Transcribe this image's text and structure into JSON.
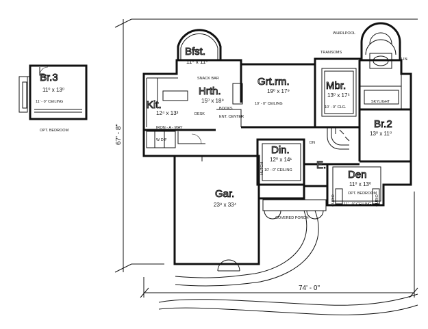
{
  "overall": {
    "width_label": "74' - 0\"",
    "depth_label": "67' - 8\""
  },
  "rooms": {
    "br3": {
      "name": "Br.3",
      "dim": "11⁰ x 13⁰",
      "note": "11' - 0\" CEILING",
      "sub": "OPT. BEDROOM"
    },
    "bfst": {
      "name": "Bfst.",
      "dim": "11⁰ x 11⁰"
    },
    "hrth": {
      "name": "Hrth.",
      "dim": "15⁰ x 18⁹"
    },
    "kit": {
      "name": "Kit.",
      "dim": "12⁴ x 13³"
    },
    "grtrm": {
      "name": "Grt.rm.",
      "dim": "19⁰ x 17⁹",
      "note": "10' - 0\" CEILING"
    },
    "mbr": {
      "name": "Mbr.",
      "dim": "13⁰ x 17⁵",
      "note": "10' - 0\" CLG."
    },
    "br2": {
      "name": "Br.2",
      "dim": "13⁰ x 11⁰"
    },
    "din": {
      "name": "Din.",
      "dim": "12⁰ x 14¹",
      "note": "10' - 0\" CEILING"
    },
    "entry": {
      "name": "E."
    },
    "den": {
      "name": "Den",
      "dim": "11⁰ x 13⁰",
      "sub": "OPT. BEDROOM",
      "note": "11' - 0\" CEILING"
    },
    "gar": {
      "name": "Gar.",
      "dim": "23⁸ x 33⁴"
    }
  },
  "labels": {
    "whirlpool": "WHIRLPOOL",
    "transoms": "TRANSOMS",
    "lin": "LIN.",
    "skylight": "SKYLIGHT",
    "snack_bar": "SNACK BAR",
    "books": "BOOKS",
    "ent_center": "ENT.\nCENTER",
    "desk": "DESK",
    "ironaway": "IRON - A -\nWAY",
    "hutch": "HUTCH",
    "covered_porch": "COVERED PORCH",
    "curio1": "CURIO",
    "curio2": "CURIO",
    "dn": "DN",
    "wdf": "W  D  F"
  }
}
